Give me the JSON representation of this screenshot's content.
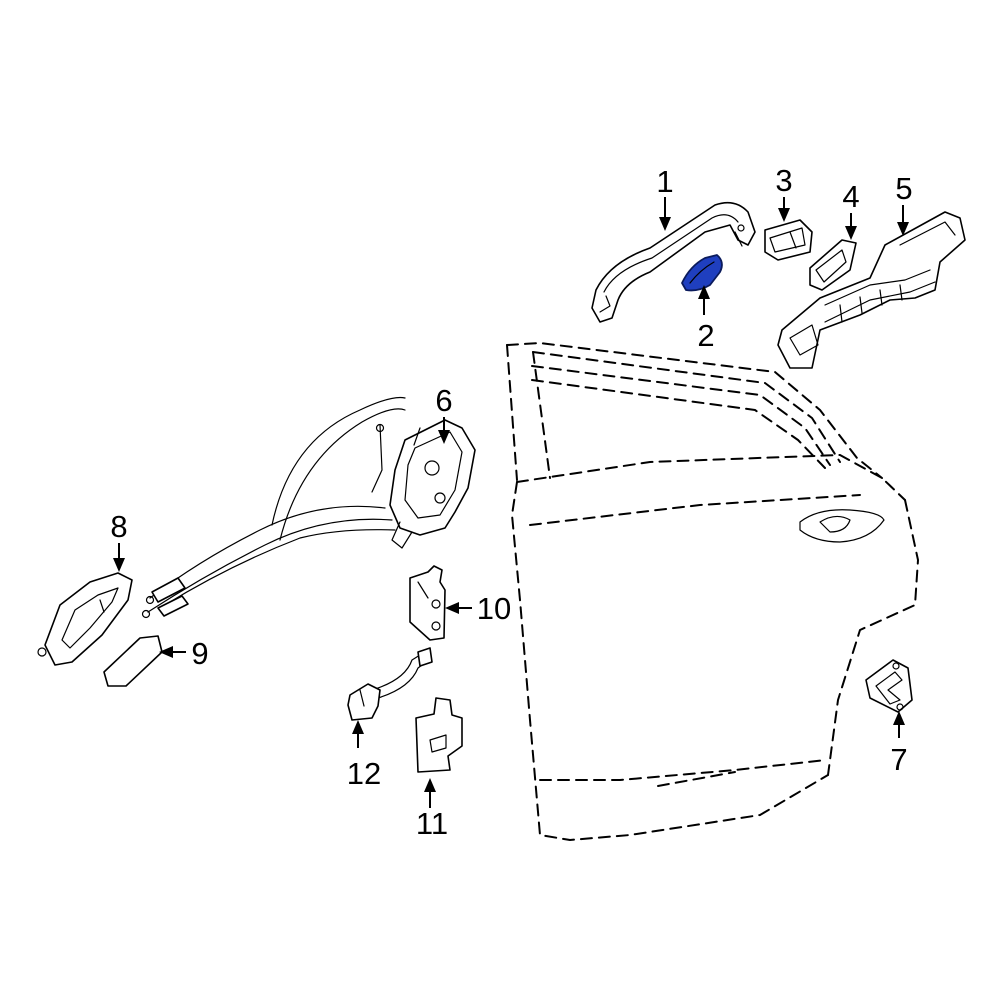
{
  "diagram": {
    "highlight_color": "#1f3fbf",
    "line_color": "#000000",
    "callouts": [
      "1",
      "2",
      "3",
      "4",
      "5",
      "6",
      "7",
      "8",
      "9",
      "10",
      "11",
      "12"
    ]
  }
}
